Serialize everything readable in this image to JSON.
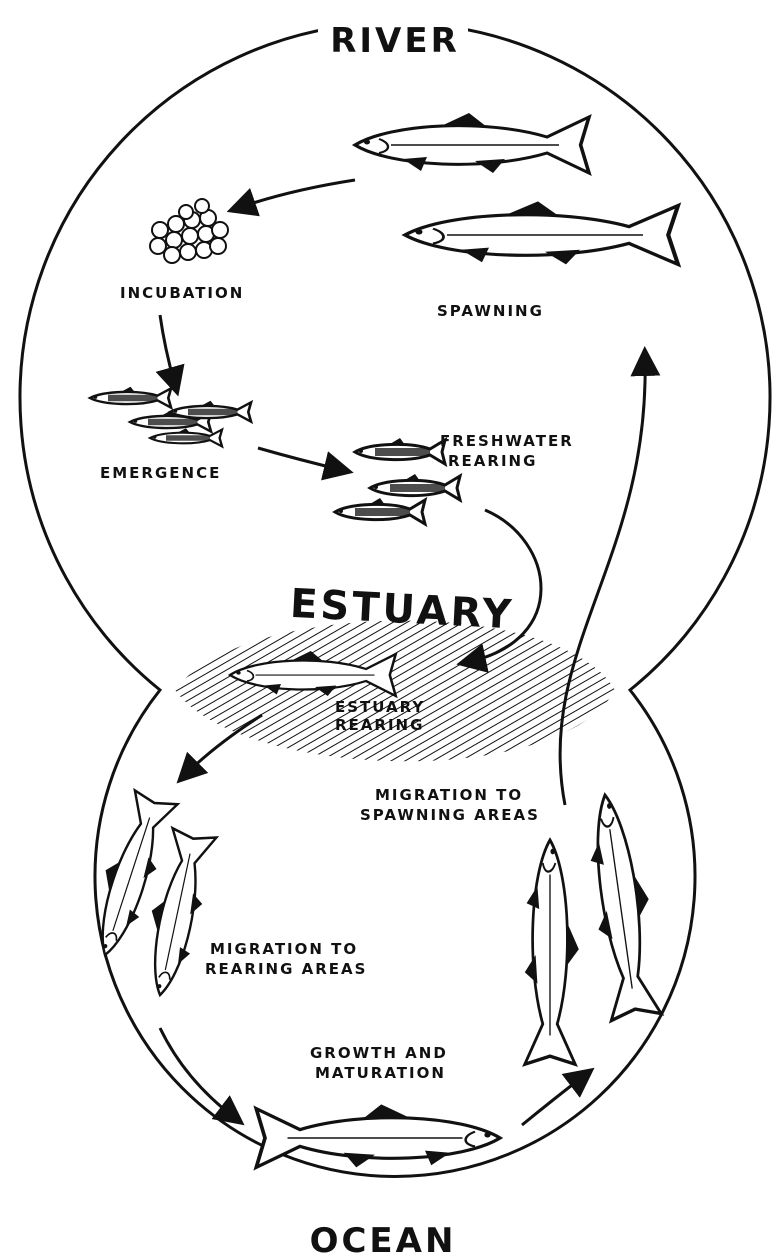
{
  "diagram": {
    "title_top": "RIVER",
    "title_bottom": "OCEAN",
    "estuary": "ESTUARY",
    "stages": {
      "incubation": "INCUBATION",
      "spawning": "SPAWNING",
      "emergence": "EMERGENCE",
      "freshwater_rearing_1": "FRESHWATER",
      "freshwater_rearing_2": "REARING",
      "estuary_rearing_1": "ESTUARY",
      "estuary_rearing_2": "REARING",
      "migration_spawning_1": "MIGRATION TO",
      "migration_spawning_2": "SPAWNING AREAS",
      "migration_rearing_1": "MIGRATION TO",
      "migration_rearing_2": "REARING AREAS",
      "growth_1": "GROWTH AND",
      "growth_2": "MATURATION"
    }
  },
  "colors": {
    "ink": "#111111",
    "paper": "#ffffff"
  }
}
